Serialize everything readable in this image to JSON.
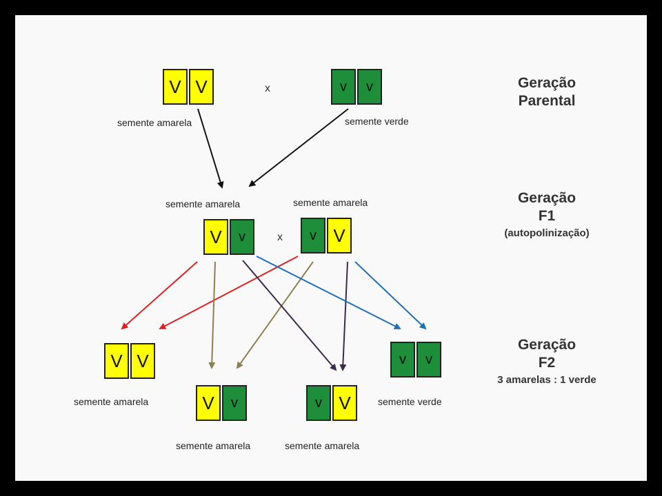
{
  "parental": {
    "left": {
      "alleles": [
        "V",
        "V"
      ],
      "label": "semente amarela"
    },
    "cross": "x",
    "right": {
      "alleles": [
        "v",
        "v"
      ],
      "label": "semente verde"
    }
  },
  "f1": {
    "left": {
      "alleles": [
        "V",
        "v"
      ],
      "label": "semente amarela"
    },
    "cross": "x",
    "right": {
      "alleles": [
        "v",
        "V"
      ],
      "label": "semente amarela"
    }
  },
  "f2": [
    {
      "alleles": [
        "V",
        "V"
      ],
      "label": "semente amarela"
    },
    {
      "alleles": [
        "V",
        "v"
      ],
      "label": "semente amarela"
    },
    {
      "alleles": [
        "v",
        "V"
      ],
      "label": "semente amarela"
    },
    {
      "alleles": [
        "v",
        "v"
      ],
      "label": "semente verde"
    }
  ],
  "generations": {
    "parental": {
      "line1": "Geração",
      "line2": "Parental"
    },
    "f1": {
      "line1": "Geração",
      "line2": "F1",
      "note": "(autopolinização)"
    },
    "f2": {
      "line1": "Geração",
      "line2": "F2",
      "note": "3 amarelas : 1 verde"
    }
  },
  "colors": {
    "dominant_yellow": "#ffff00",
    "recessive_green": "#1e8e3a",
    "arrow_black": "#111111",
    "arrow_red": "#e02020",
    "arrow_olive": "#8c7f4e",
    "arrow_purple": "#3b2a4a",
    "arrow_blue": "#1f6fb5"
  }
}
